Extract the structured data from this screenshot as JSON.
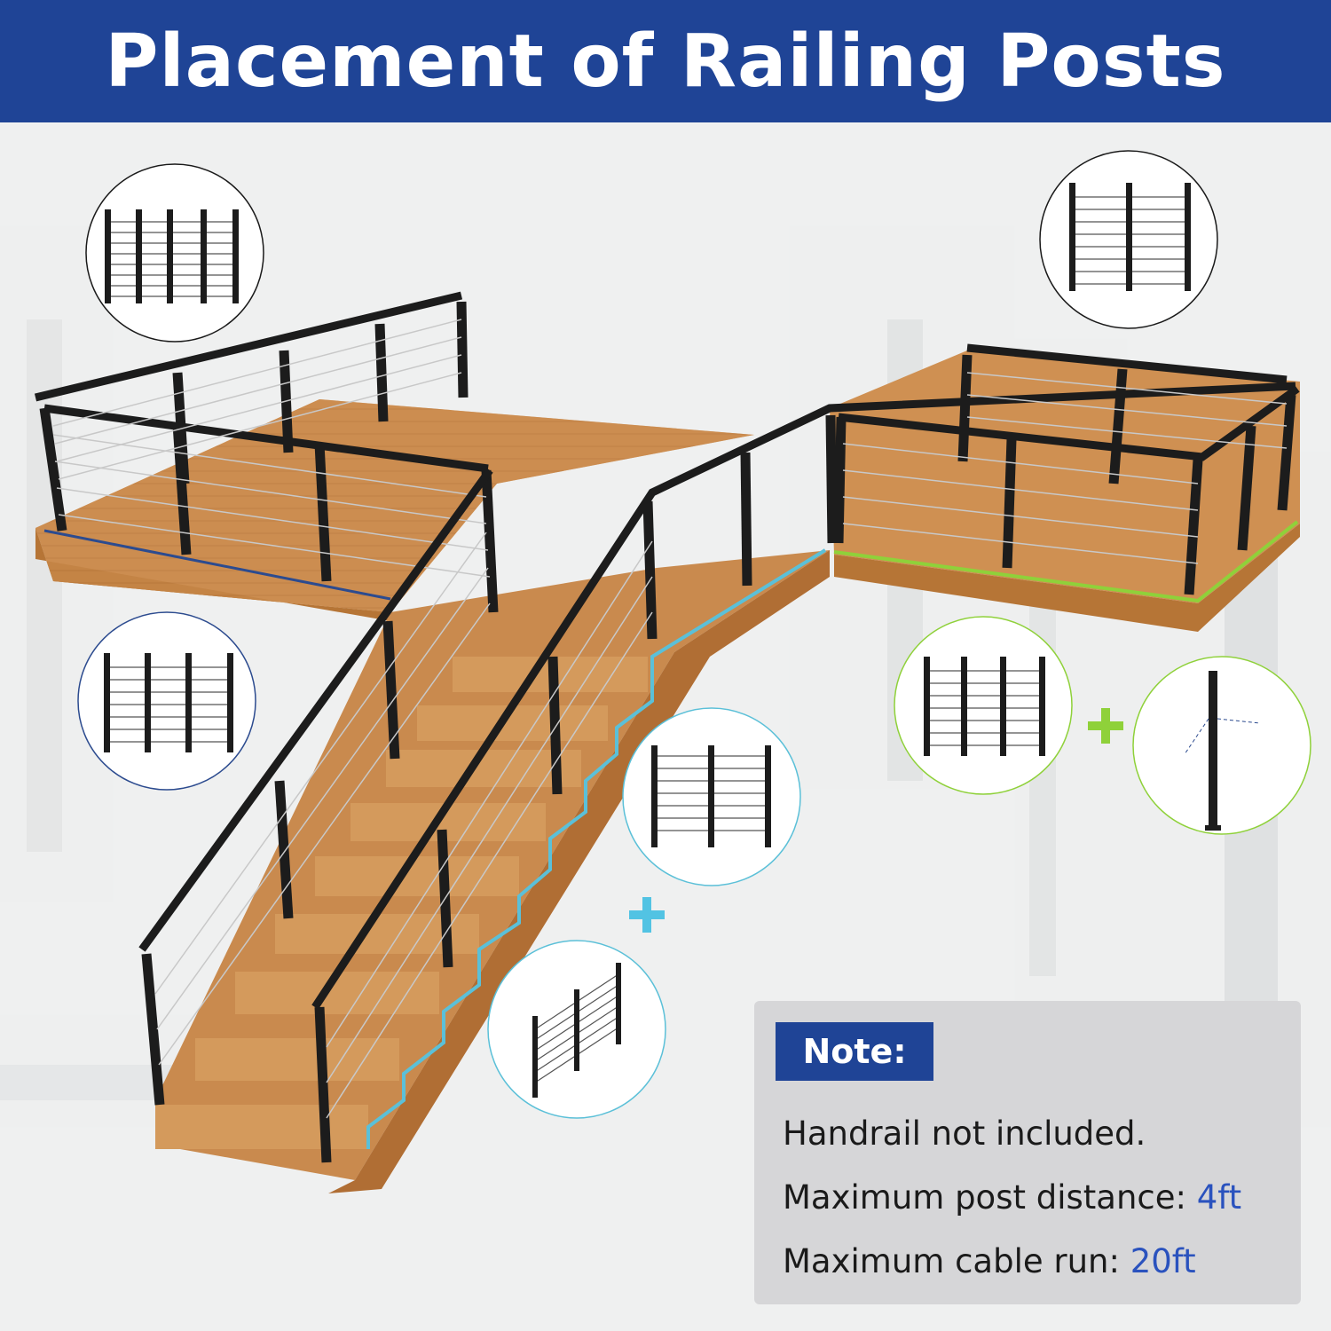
{
  "title": "Placement of Railing Posts",
  "colors": {
    "banner": "#1f4496",
    "wood": "#c98a4e",
    "wood_side": "#b67536",
    "post": "#1c1c1c",
    "blue_run": "#2c4b8f",
    "cyan_run": "#5bc0d8",
    "green_run": "#8fd13a",
    "plus_cyan": "#52c3e3",
    "plus_green": "#8fd13a"
  },
  "icons": {
    "top_left": "cable-railing-five-posts-icon",
    "top_right": "cable-railing-three-posts-icon",
    "left_mid": "cable-railing-four-posts-blue-icon",
    "green_panel": "cable-railing-four-posts-green-icon",
    "green_corner": "corner-post-icon",
    "cyan_panel": "cable-railing-three-posts-cyan-icon",
    "cyan_stair": "stair-railing-angled-icon",
    "plus": "plus-icon"
  },
  "note": {
    "heading": "Note:",
    "line1": "Handrail not included.",
    "line2_label": "Maximum post distance: ",
    "line2_value": "4ft",
    "line3_label": "Maximum cable run: ",
    "line3_value": "20ft"
  }
}
